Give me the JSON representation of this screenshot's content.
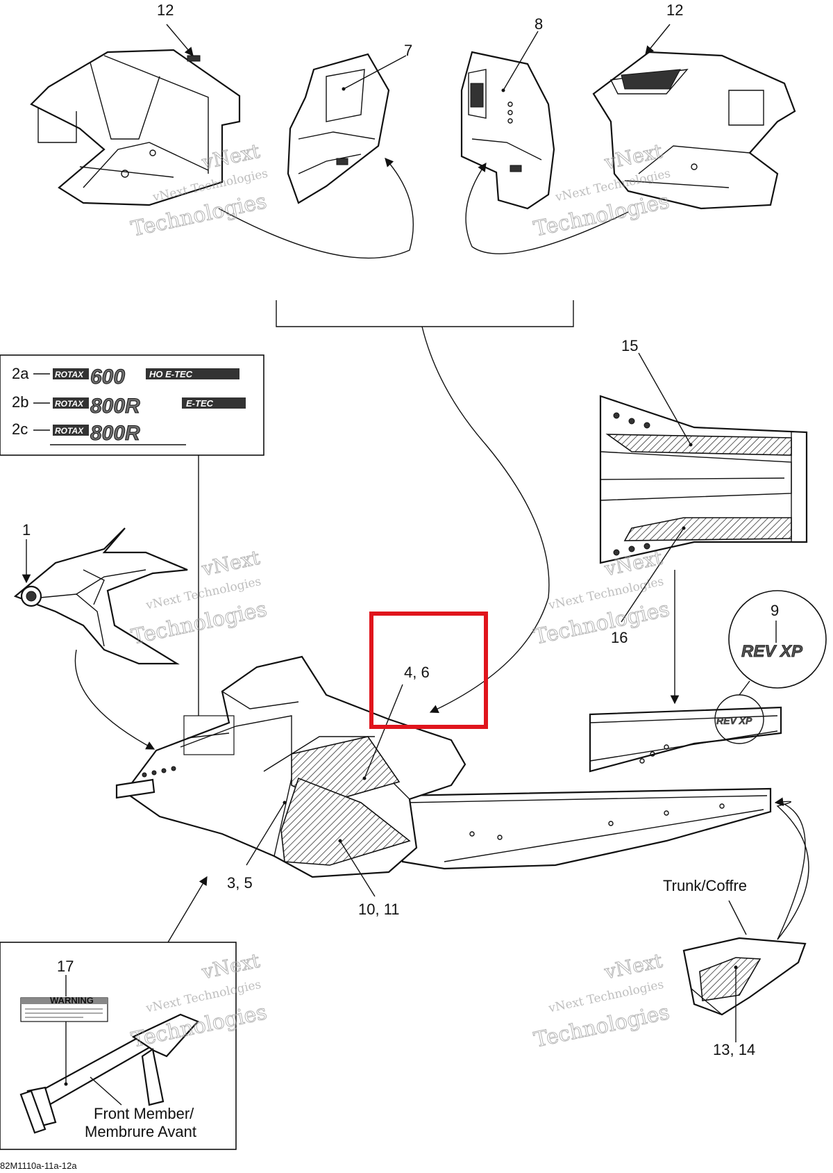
{
  "callouts": {
    "c12_left": "12",
    "c7": "7",
    "c8": "8",
    "c12_right": "12",
    "c15": "15",
    "c16": "16",
    "c1": "1",
    "c9": "9",
    "c4_6": "4, 6",
    "c3_5": "3, 5",
    "c10_11": "10, 11",
    "c17": "17",
    "c13_14": "13, 14"
  },
  "engine_decals": {
    "items": [
      {
        "code": "2a",
        "brand": "ROTAX",
        "model": "600",
        "suffix": "HO E-TEC"
      },
      {
        "code": "2b",
        "brand": "ROTAX",
        "model": "800R",
        "suffix": "E-TEC"
      },
      {
        "code": "2c",
        "brand": "ROTAX",
        "model": "800R",
        "suffix": ""
      }
    ]
  },
  "labels": {
    "trunk": "Trunk/Coffre",
    "front_member_line1": "Front Member/",
    "front_member_line2": "Membrure Avant",
    "warning": "WARNING",
    "rev_logo": "REV XP"
  },
  "watermark": {
    "line1": "vNext",
    "line2": "vNext Technologies",
    "line3": "Technologies"
  },
  "footer": {
    "code": "82M1110a-11a-12a"
  },
  "colors": {
    "highlight": "#e0141c",
    "ink": "#111111",
    "watermark": "#9a9a9a"
  }
}
